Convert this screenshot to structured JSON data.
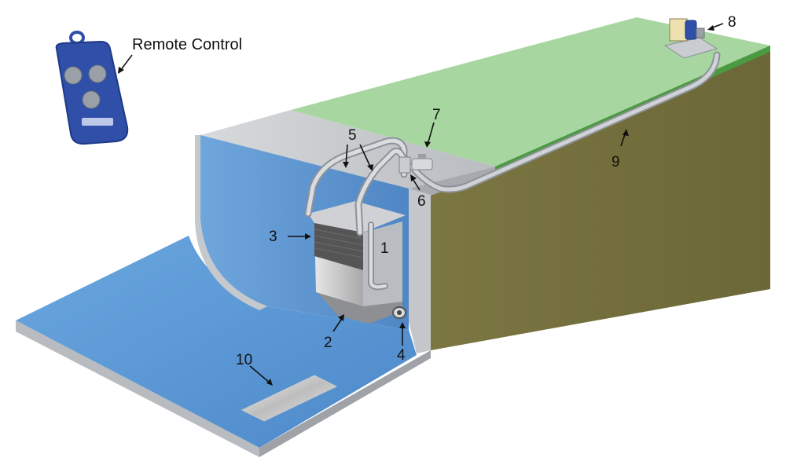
{
  "remote": {
    "title": "Remote Control",
    "buttons": [
      "",
      "",
      ""
    ],
    "brand": ""
  },
  "callouts": {
    "c1": "1",
    "c2": "2",
    "c3": "3",
    "c4": "4",
    "c5": "5",
    "c6": "6",
    "c7": "7",
    "c8": "8",
    "c9": "9",
    "c10": "10"
  },
  "colors": {
    "water": "#5c9ad6",
    "grass": "#a8d6a0",
    "grass_edge": "#4a9a42",
    "soil": "#76713e",
    "concrete": "#c9cccf",
    "pipe": "#b9bcc1",
    "remote_body": "#2f4fa8",
    "remote_button": "#9aa0a8"
  }
}
